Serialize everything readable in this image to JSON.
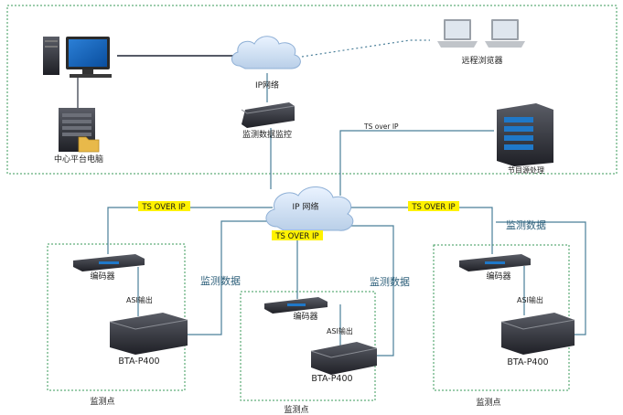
{
  "network": {
    "ip_network_top": "IP网络",
    "ip_network_mid": "IP 网络"
  },
  "labels": {
    "remote_browser": "远程浏览器",
    "central_pc": "中心平台电脑",
    "monitor_server": "监测数据监控",
    "source_server": "节目源处理",
    "ts_over_ip_top": "TS over IP",
    "ts_over_ip_left": "TS OVER IP",
    "ts_over_ip_center": "TS OVER IP",
    "ts_over_ip_right": "TS OVER IP",
    "monitor_data_left": "监测数据",
    "monitor_data_center": "监测数据",
    "monitor_data_right": "监测数据"
  },
  "sites": [
    {
      "encoder": "编码器",
      "asi": "ASI输出",
      "probe": "BTA-P400",
      "site": "监测点"
    },
    {
      "encoder": "编码器",
      "asi": "ASI输出",
      "probe": "BTA-P400",
      "site": "监测点"
    },
    {
      "encoder": "编码器",
      "asi": "ASI输出",
      "probe": "BTA-P400",
      "site": "监测点"
    }
  ],
  "colors": {
    "line": "#4a7f99",
    "dashed_border": "#3a9a5a",
    "highlight": "#fff200",
    "device": "#2b2b33"
  }
}
